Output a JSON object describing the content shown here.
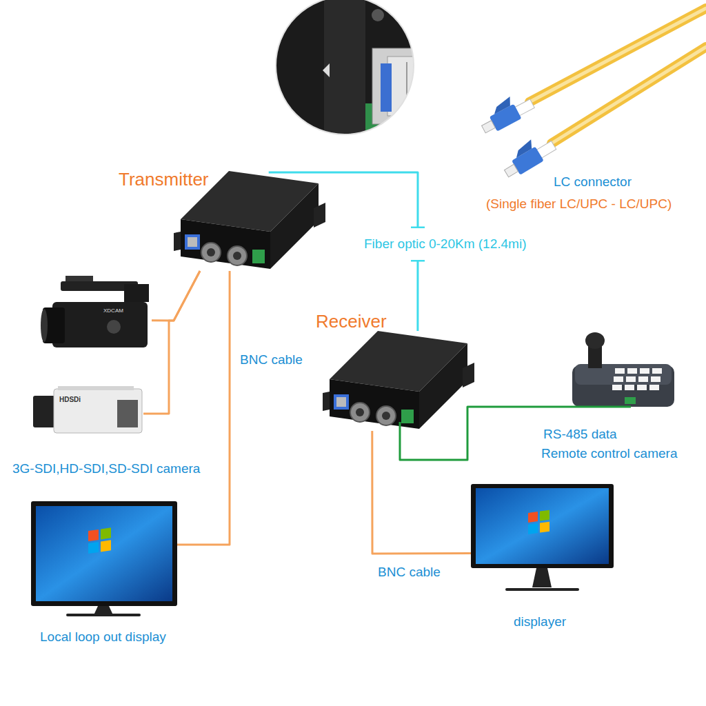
{
  "diagram": {
    "nodes": [
      {
        "text": [
          "Transmitter"
        ]
      },
      {
        "text": [
          "Receiver"
        ]
      },
      {
        "text": [
          "XDCAM"
        ]
      },
      {
        "text": [
          "HDSDi",
          "3G-SDI,HD-SDI,SD-SDI camera"
        ]
      },
      {
        "text": [
          "Local loop out display"
        ]
      },
      {
        "text": [
          "RS-485 data",
          "Remote control camera"
        ]
      },
      {
        "text": [
          "displayer"
        ]
      }
    ],
    "edges": [
      {
        "from": 2,
        "to": 0,
        "arrow": "none"
      },
      {
        "from": 3,
        "to": 0,
        "arrow": "none"
      },
      {
        "from": 0,
        "to": 4,
        "label": "BNC cable",
        "arrow": "none"
      },
      {
        "from": 0,
        "to": 1,
        "label": "Fiber optic 0-20Km (12.4mi)",
        "arrow": "none"
      },
      {
        "from": 1,
        "to": 5,
        "arrow": "none"
      },
      {
        "from": 1,
        "to": 6,
        "label": "BNC cable",
        "arrow": "none"
      }
    ],
    "labels": [
      "LC connector",
      "(Single fiber LC/UPC - LC/UPC)"
    ]
  }
}
